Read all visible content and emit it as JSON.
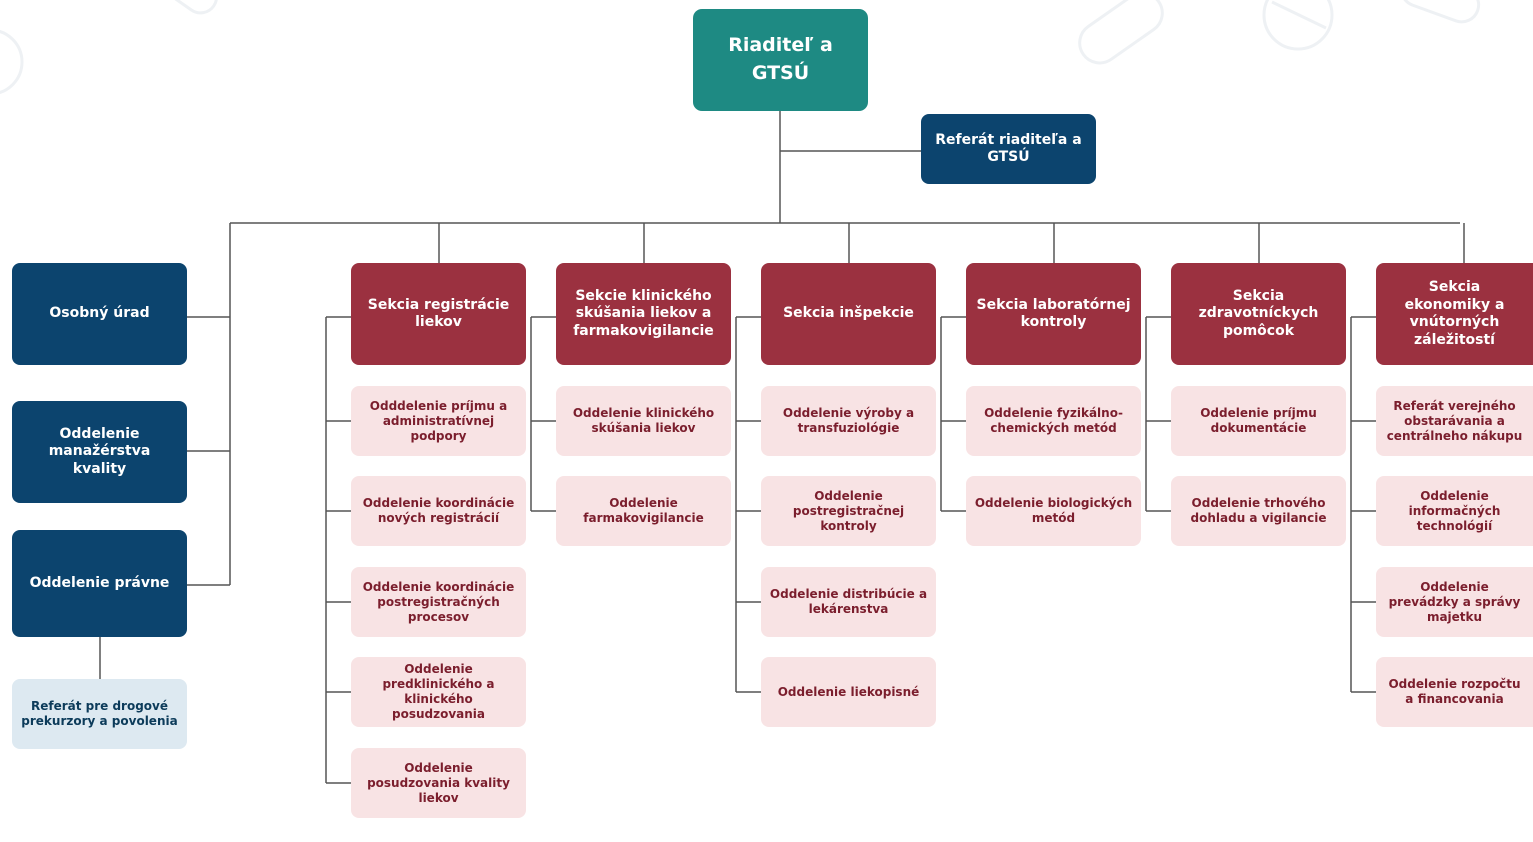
{
  "colors": {
    "top": "#1e8a83",
    "navy": "#0c446e",
    "light_blue": "#dde9f1",
    "section_red": "#9b3140",
    "department_pink": "#f8e3e4",
    "connector": "#555555"
  },
  "director": "Riaditeľ a GTSÚ",
  "director_office": "Referát riaditeľa a GTSÚ",
  "staff_units": [
    {
      "label": "Osobný úrad"
    },
    {
      "label": "Oddelenie manažérstva kvality"
    },
    {
      "label": "Oddelenie právne"
    }
  ],
  "legal_subunit": "Referát pre drogové prekurzory a povolenia",
  "sections": [
    {
      "label": "Sekcia registrácie liekov",
      "departments": [
        "Odddelenie príjmu a administratívnej podpory",
        "Oddelenie koordinácie nových registrácií",
        "Oddelenie koordinácie postregistračných procesov",
        "Oddelenie predklinického a klinického posudzovania",
        "Oddelenie posudzovania kvality liekov"
      ]
    },
    {
      "label": "Sekcie klinického skúšania liekov a farmakovigilancie",
      "departments": [
        "Oddelenie klinického skúšania liekov",
        "Oddelenie farmakovigilancie"
      ]
    },
    {
      "label": "Sekcia inšpekcie",
      "departments": [
        "Oddelenie výroby a transfuziológie",
        "Oddelenie postregistračnej kontroly",
        "Oddelenie distribúcie a lekárenstva",
        "Oddelenie liekopisné"
      ]
    },
    {
      "label": "Sekcia laboratórnej kontroly",
      "departments": [
        "Oddelenie fyzikálno-chemických metód",
        "Oddelenie biologických metód"
      ]
    },
    {
      "label": "Sekcia zdravotníckych pomôcok",
      "departments": [
        "Oddelenie príjmu dokumentácie",
        "Oddelenie trhového dohladu a vigilancie"
      ]
    },
    {
      "label": "Sekcia ekonomiky a vnútorných záležitostí",
      "departments": [
        "Referát verejného obstarávania a centrálneho nákupu",
        "Oddelenie informačných technológií",
        "Oddelenie prevádzky a správy majetku",
        "Oddelenie rozpočtu a financovania"
      ]
    }
  ]
}
